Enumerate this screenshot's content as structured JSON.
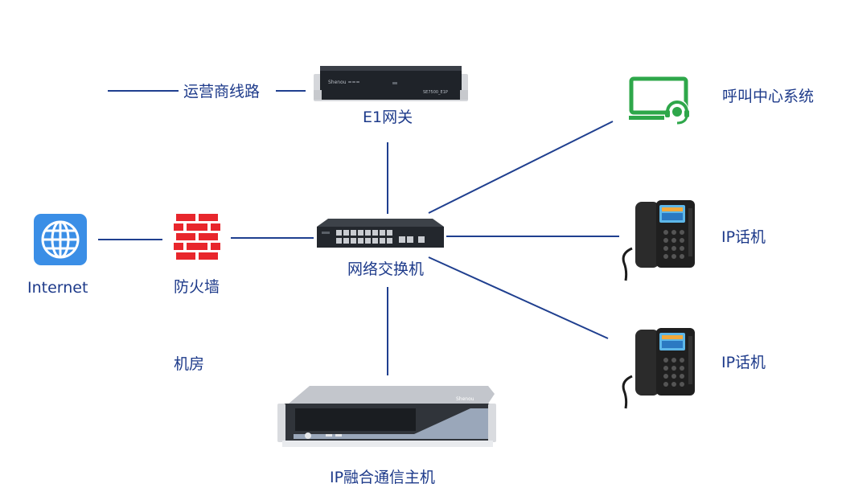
{
  "labels": {
    "carrier_line": "运营商线路",
    "e1_gateway": "E1网关",
    "call_center": "呼叫中心系统",
    "internet": "Internet",
    "firewall": "防火墙",
    "switch": "网络交换机",
    "ip_phone_1": "IP话机",
    "ip_phone_2": "IP话机",
    "machine_room": "机房",
    "ip_host": "IP融合通信主机"
  },
  "devices": {
    "e1_gateway_brand": "Shenou ===",
    "e1_gateway_model": "SE7500_E1P",
    "server_brand": "Shenou"
  },
  "colors": {
    "line": "#1f3f8f",
    "label_text": "#1d3a8a",
    "internet_icon": "#3a8ee6",
    "firewall_red": "#e8262c",
    "call_center_green": "#2ea74a"
  },
  "icons": {
    "internet": "globe-icon",
    "firewall": "brick-wall-icon",
    "call_center": "monitor-headset-icon",
    "phone": "desk-phone-icon"
  }
}
